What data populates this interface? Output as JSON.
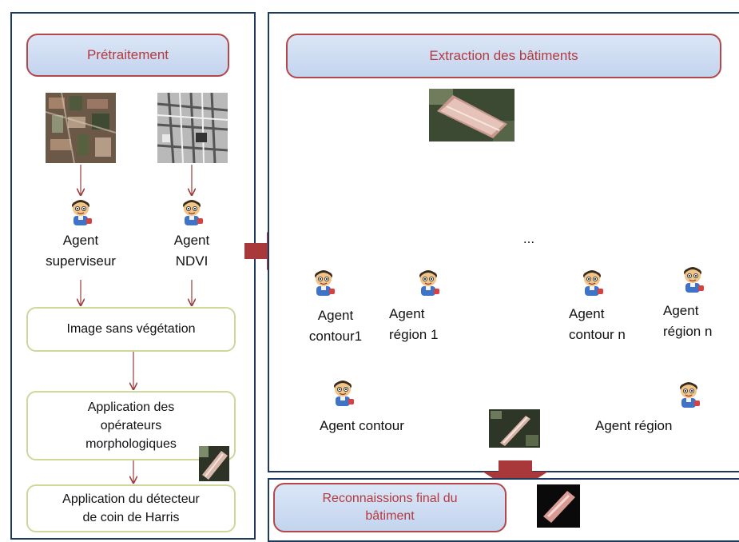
{
  "left_panel": {
    "title": "Prétraitement",
    "agent_superviseur": [
      "Agent",
      "superviseur"
    ],
    "agent_ndvi": [
      "Agent",
      "NDVI"
    ],
    "box_image_sans_vegetation": "Image sans végétation",
    "box_operateurs": [
      "Application des",
      "opérateurs",
      "morphologiques"
    ],
    "box_harris": [
      "Application du détecteur",
      "de coin de Harris"
    ]
  },
  "right_panel": {
    "title": "Extraction des bâtiments",
    "ellipsis": "...",
    "agent_contour1": [
      "Agent",
      "contour1"
    ],
    "agent_region1": [
      "Agent",
      "région 1"
    ],
    "agent_contour_n": [
      "Agent",
      "contour n"
    ],
    "agent_region_n": [
      "Agent",
      "région n"
    ],
    "agent_contour": "Agent contour",
    "agent_region": "Agent région"
  },
  "bottom_panel": {
    "title": [
      "Reconnaissions final du",
      "bâtiment"
    ]
  },
  "colors": {
    "panel_border": "#1f3a5f",
    "pill_border": "#b5474a",
    "pill_text": "#b33b3e",
    "pill_fill": "#c9d8f0",
    "green_border": "#cfd79a",
    "arrow_left": "#9b3a3a",
    "arrow_right": "#4a7ab0",
    "big_arrow": "#a8383a"
  }
}
